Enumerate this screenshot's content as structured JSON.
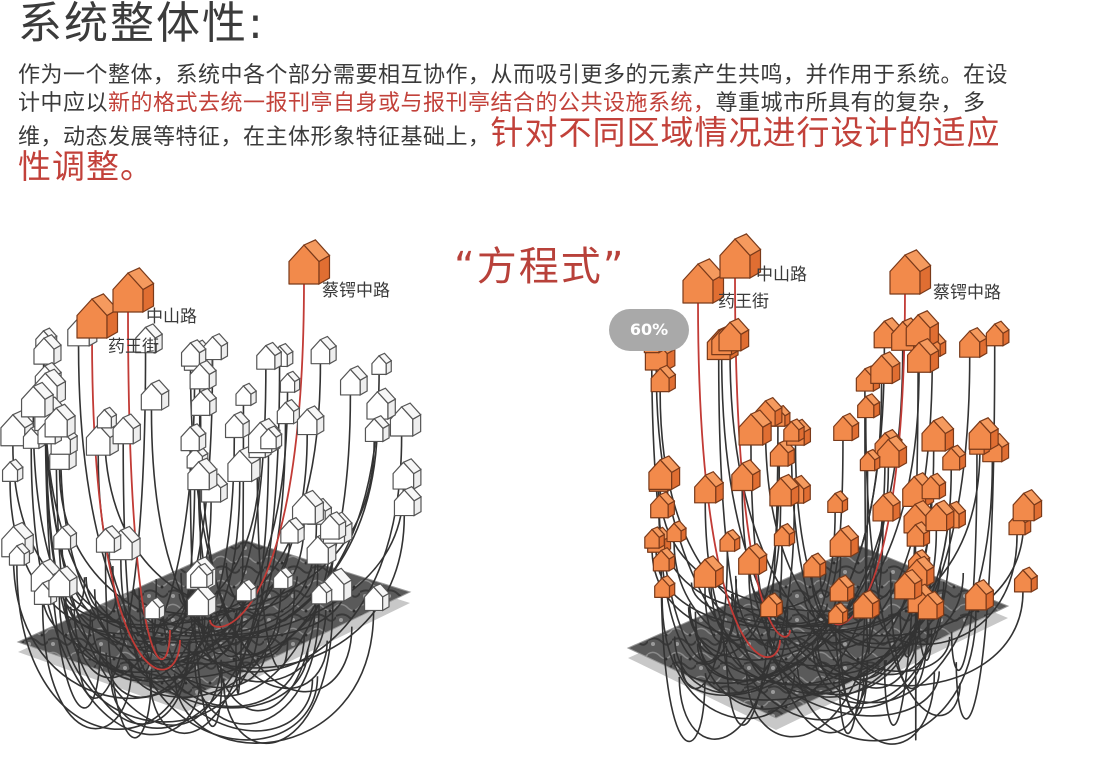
{
  "heading": "系统整体性:",
  "paragraph": {
    "part1": "作为一个整体，系统中各个部分需要相互协作，从而吸引更多的元素产生共鸣，并作用于系统。在设计中应以",
    "part2_red": "新的格式去统一报刊亭自身或与报刊亭结合的公共设施系统，",
    "part3": "尊重城市所具有的复杂，多维，动态发展等特征，在主体形象特征基础上，",
    "part4_red_large": "针对不同区域情况进行设计的适应性调整。"
  },
  "formula_label": "“方程式”",
  "zoom_badge": "60%",
  "left_diagram": {
    "roads": [
      "中山路",
      "药王街",
      "蔡锷中路"
    ]
  },
  "right_diagram": {
    "roads": [
      "中山路",
      "药王街",
      "蔡锷中路"
    ]
  },
  "colors": {
    "accent_red": "#c2413a",
    "house_orange": "#f28a4b",
    "string_dark": "#333333",
    "string_red": "#c23b36"
  }
}
